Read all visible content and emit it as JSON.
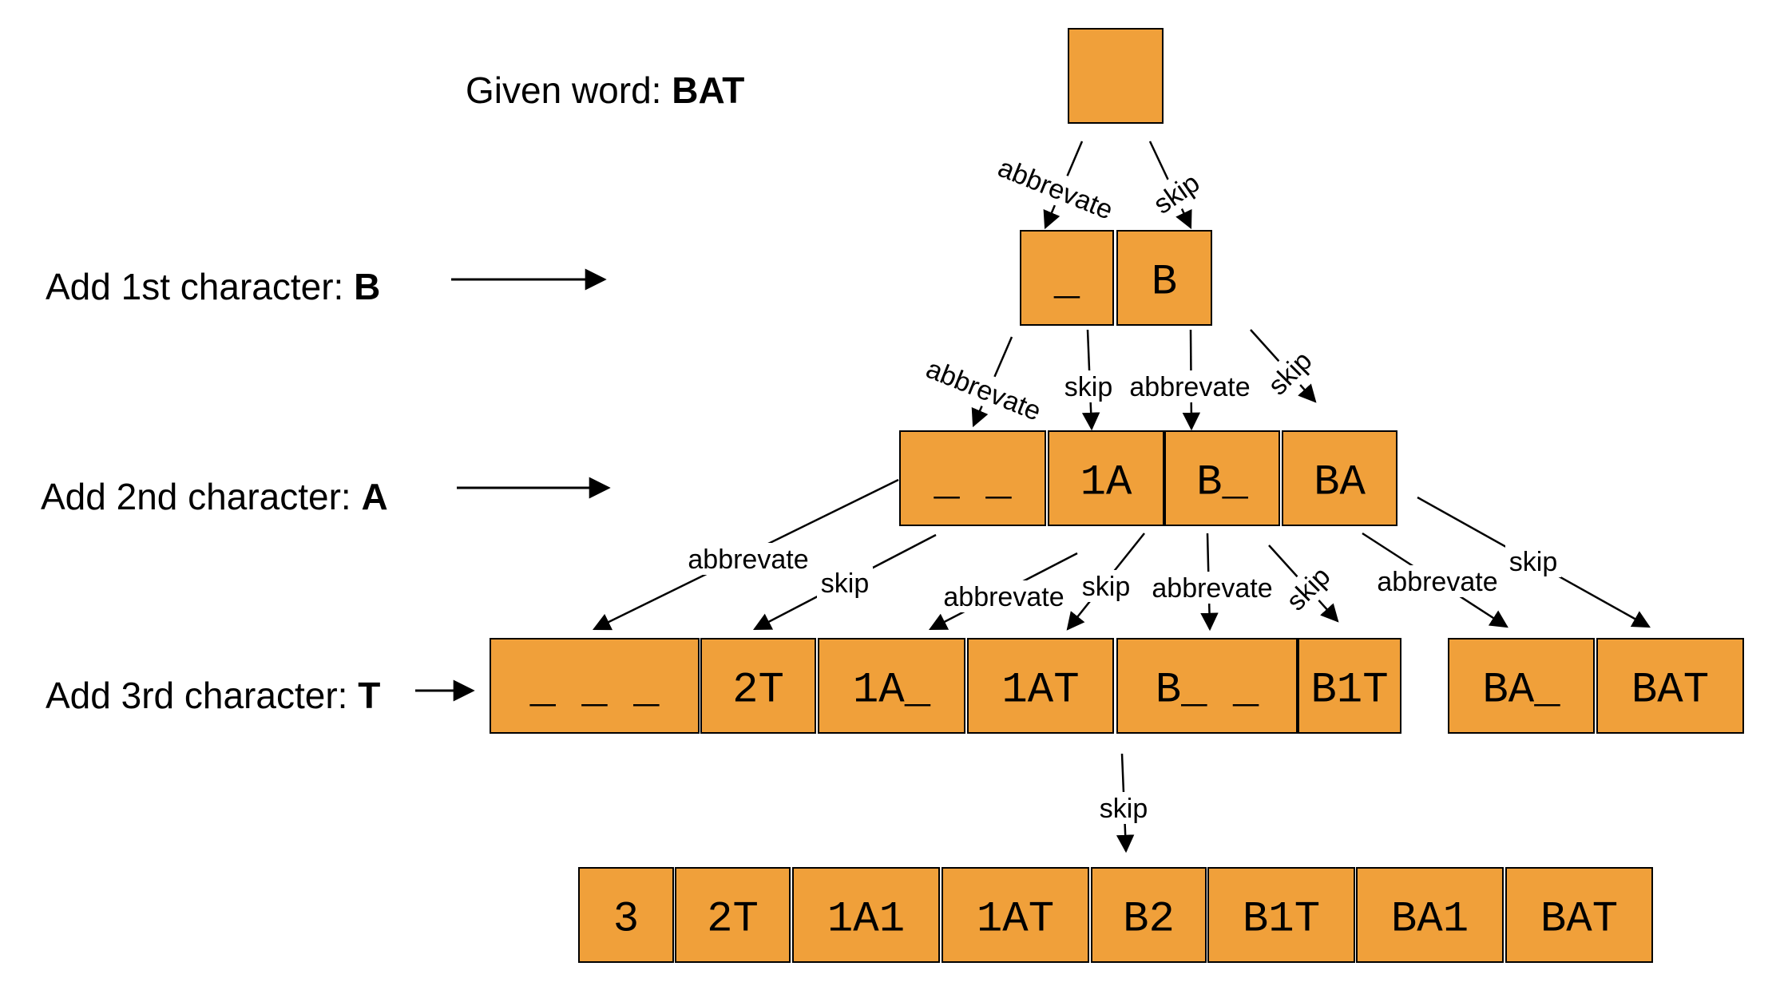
{
  "given_word": {
    "prefix": "Given word: ",
    "word": "BAT"
  },
  "steps": [
    {
      "prefix": "Add 1st character: ",
      "char": "B"
    },
    {
      "prefix": "Add 2nd character: ",
      "char": "A"
    },
    {
      "prefix": "Add 3rd character: ",
      "char": "T"
    }
  ],
  "box_color": "#F0A03A",
  "edge_labels": {
    "abbreviate": "abbrevate",
    "skip": "skip"
  },
  "levels": [
    [
      ""
    ],
    [
      "_",
      "B"
    ],
    [
      "_ _",
      "1A",
      "B_",
      "BA"
    ],
    [
      "_ _ _",
      "2T",
      "1A_",
      "1AT",
      "B_ _",
      "B1T",
      "BA_",
      "BAT"
    ],
    [
      "3",
      "2T",
      "1A1",
      "1AT",
      "B2",
      "B1T",
      "BA1",
      "BAT"
    ]
  ]
}
